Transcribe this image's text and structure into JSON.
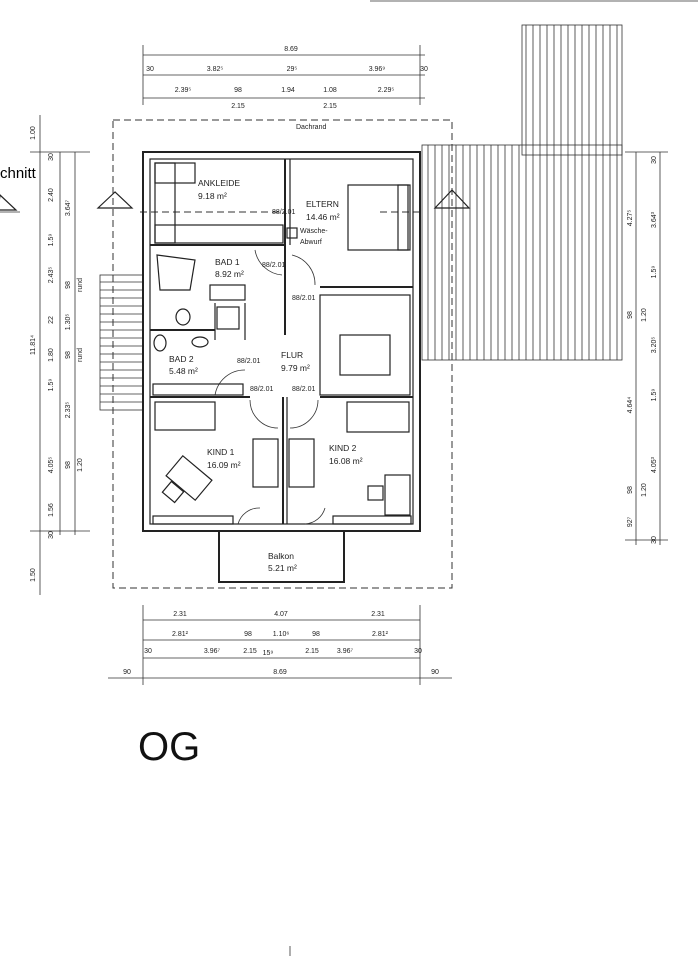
{
  "title": "OG",
  "section_label": "chnitt",
  "roof_edge_label": "Dachrand",
  "rooms": [
    {
      "name": "ANKLEIDE",
      "area": "9.18 m²"
    },
    {
      "name": "ELTERN",
      "area": "14.46 m²"
    },
    {
      "name": "BAD 1",
      "area": "8.92 m²"
    },
    {
      "name": "BAD 2",
      "area": "5.48 m²"
    },
    {
      "name": "FLUR",
      "area": "9.79 m²"
    },
    {
      "name": "KIND 1",
      "area": "16.09 m²"
    },
    {
      "name": "KIND 2",
      "area": "16.08 m²"
    },
    {
      "name": "Balkon",
      "area": "5.21 m²"
    }
  ],
  "laundry_chute": [
    "Wäsche-",
    "Abwurf"
  ],
  "door_label": "88/2.01",
  "dims": {
    "top": [
      "8.69",
      "30",
      "3.82⁵",
      "29⁵",
      "3.96⁹",
      "30",
      "2.39⁵",
      "98",
      "1.94",
      "1.08",
      "2.29⁵",
      "2.15",
      "2.15"
    ],
    "bottom": [
      "2.31",
      "4.07",
      "2.31",
      "2.81²",
      "98",
      "1.10⁶",
      "98",
      "2.81²",
      "30",
      "3.96⁷",
      "2.15",
      "15⁹",
      "2.15",
      "3.96⁷",
      "30",
      "90",
      "8.69",
      "90"
    ],
    "left": [
      "1.00",
      "11.81⁴",
      "1.50",
      "30",
      "2.40",
      "1.5⁹",
      "2.43⁵",
      "22",
      "1.80",
      "1.5⁹",
      "4.05⁵",
      "1.56",
      "30",
      "3.64⁷",
      "98",
      "rund",
      "1.30⁵",
      "98",
      "rund",
      "2.33⁵",
      "98",
      "1.20"
    ],
    "right": [
      "4.27⁵",
      "98",
      "4.64⁴",
      "98",
      "92⁷",
      "1.20",
      "1.20",
      "30",
      "3.64³",
      "1.5⁹",
      "3.20⁵",
      "1.5⁹",
      "4.05³",
      "30"
    ]
  }
}
